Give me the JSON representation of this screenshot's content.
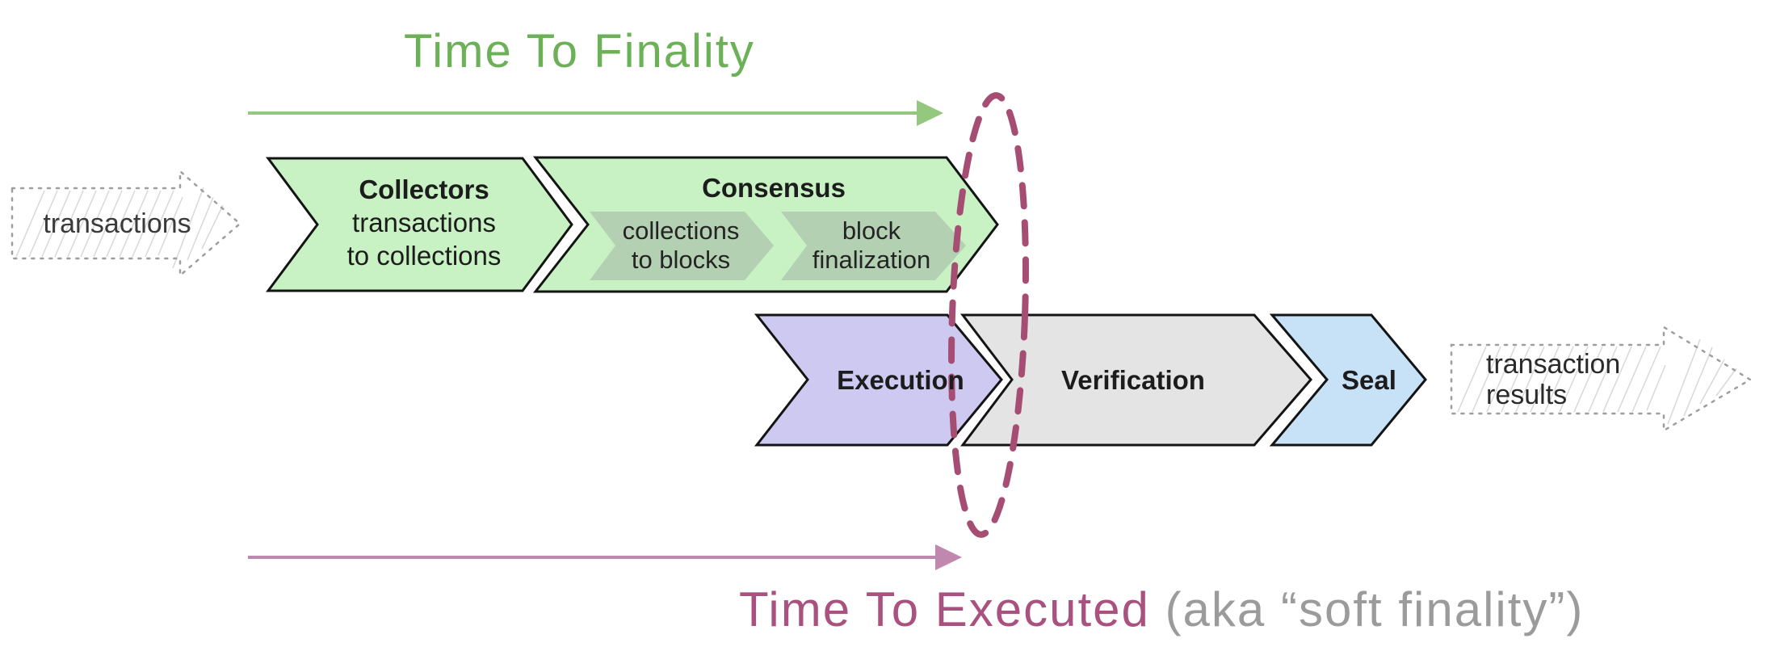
{
  "titles": {
    "time_to_finality": "Time To Finality",
    "time_to_executed": "Time To Executed",
    "time_to_executed_suffix": " (aka “soft finality”)"
  },
  "io": {
    "input_label": "transactions",
    "output_label_line1": "transaction",
    "output_label_line2": "results"
  },
  "stages": {
    "collectors": {
      "title": "Collectors",
      "line1": "transactions",
      "line2": "to collections"
    },
    "consensus": {
      "title": "Consensus",
      "sub1_line1": "collections",
      "sub1_line2": "to blocks",
      "sub2_line1": "block",
      "sub2_line2": "finalization"
    },
    "execution": {
      "title": "Execution"
    },
    "verification": {
      "title": "Verification"
    },
    "seal": {
      "title": "Seal"
    }
  },
  "colors": {
    "stage_green": "#c8f2c3",
    "stage_sub_green": "#b4d0b2",
    "stage_purple": "#cdc9f1",
    "stage_gray": "#e4e4e4",
    "stage_blue": "#c7e1f6",
    "outline_black": "#141414",
    "finality_green": "#6cb158",
    "finality_arrow_green": "#94c87e",
    "executed_pink": "#aa527f",
    "executed_arrow_pink": "#c088ae",
    "ellipse_pink": "#a64d73",
    "sketch_gray": "#9e9e9e",
    "hatch_gray": "#d8d8d8"
  }
}
